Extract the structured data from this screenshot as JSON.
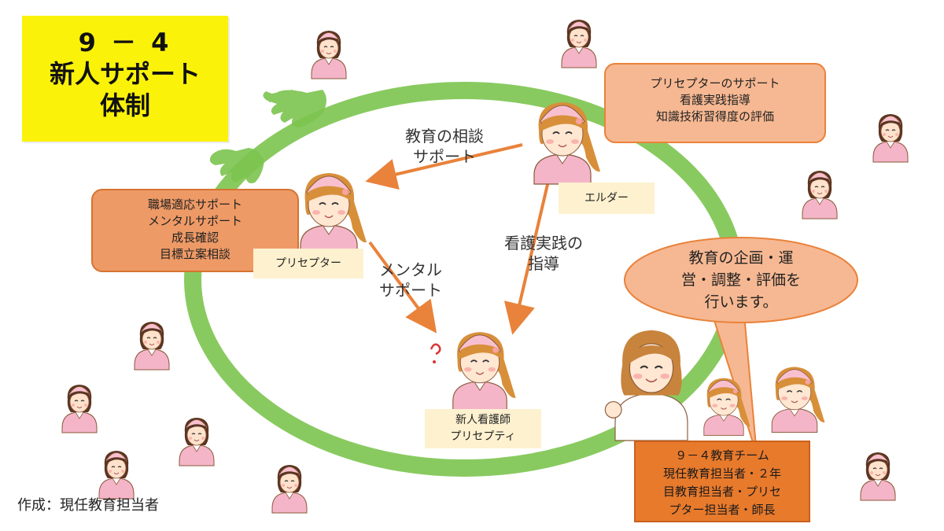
{
  "title": {
    "number": "9 － 4",
    "line1": "新人サポート",
    "line2": "体制"
  },
  "elder": {
    "label": "エルダー",
    "box_lines": [
      "プリセプターのサポート",
      "看護実践指導",
      "知識技術習得度の評価"
    ]
  },
  "preceptor": {
    "label": "プリセプター",
    "box_lines": [
      "職場適応サポート",
      "メンタルサポート",
      "成長確認",
      "目標立案相談"
    ]
  },
  "newcomer": {
    "label_lines": [
      "新人看護師",
      "プリセプティ"
    ]
  },
  "arrows": {
    "elder_to_preceptor": [
      "教育の相談",
      "サポート"
    ],
    "elder_to_newcomer": [
      "看護実践の",
      "指導"
    ],
    "preceptor_to_newcomer": [
      "メンタル",
      "サポート"
    ]
  },
  "bubble": {
    "lines": [
      "教育の企画・運",
      "営・調整・評価を",
      "行います。"
    ]
  },
  "team": {
    "lines": [
      "９－４教育チーム",
      "現任教育担当者・２年",
      "目教育担当者・プリセ",
      "プター担当者・師長"
    ]
  },
  "footer": "作成：現任教育担当者",
  "colors": {
    "title_bg": "#fbf20a",
    "ring": "#7cc44f",
    "arrow": "#e9823a",
    "elder_box": "#f6b892",
    "preceptor_box": "#ee9a66",
    "bubble": "#f6b892",
    "team_box": "#e87a2c",
    "label_bg": "#fdf1cf",
    "nurse_cap": "#f8c0cf",
    "nurse_uniform": "#f5b5c8"
  }
}
